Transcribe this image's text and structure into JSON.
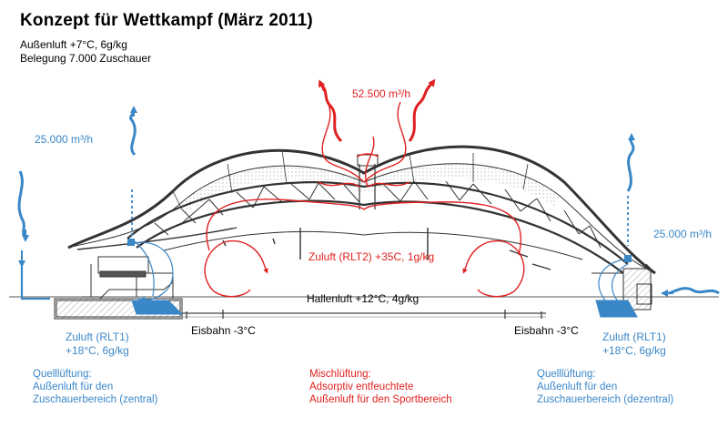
{
  "title": "Konzept für Wettkampf (März 2011)",
  "conditions": {
    "outside_air": "Außenluft  +7°C, 6g/kg",
    "occupancy": "Belegung   7.000 Zuschauer"
  },
  "flows": {
    "exhaust_top": "52.500 m³/h",
    "left": "25.000 m³/h",
    "right": "25.000 m³/h"
  },
  "labels": {
    "rlt2": "Zuluft (RLT2) +35C, 1g/kg",
    "hall": "Hallenluft +12°C, 4g/kg",
    "ice_left": "Eisbahn -3°C",
    "ice_right": "Eisbahn -3°C",
    "rlt1_left_1": "Zuluft (RLT1)",
    "rlt1_left_2": "+18°C, 6g/kg",
    "rlt1_right_1": "Zuluft (RLT1)",
    "rlt1_right_2": "+18°C, 6g/kg"
  },
  "notes": {
    "left": [
      "Quelllüftung:",
      "Außenluft für den",
      "Zuschauerbereich (zentral)"
    ],
    "center": [
      "Mischlüftung:",
      "Adsorptiv entfeuchtete",
      "Außenluft für den Sportbereich"
    ],
    "right": [
      "Quelllüftung:",
      "Außenluft für den",
      "Zuschauerbereich (dezentral)"
    ]
  },
  "colors": {
    "supply_blue": "#3a87c8",
    "mixing_red": "#e02020",
    "structure": "#333333"
  }
}
